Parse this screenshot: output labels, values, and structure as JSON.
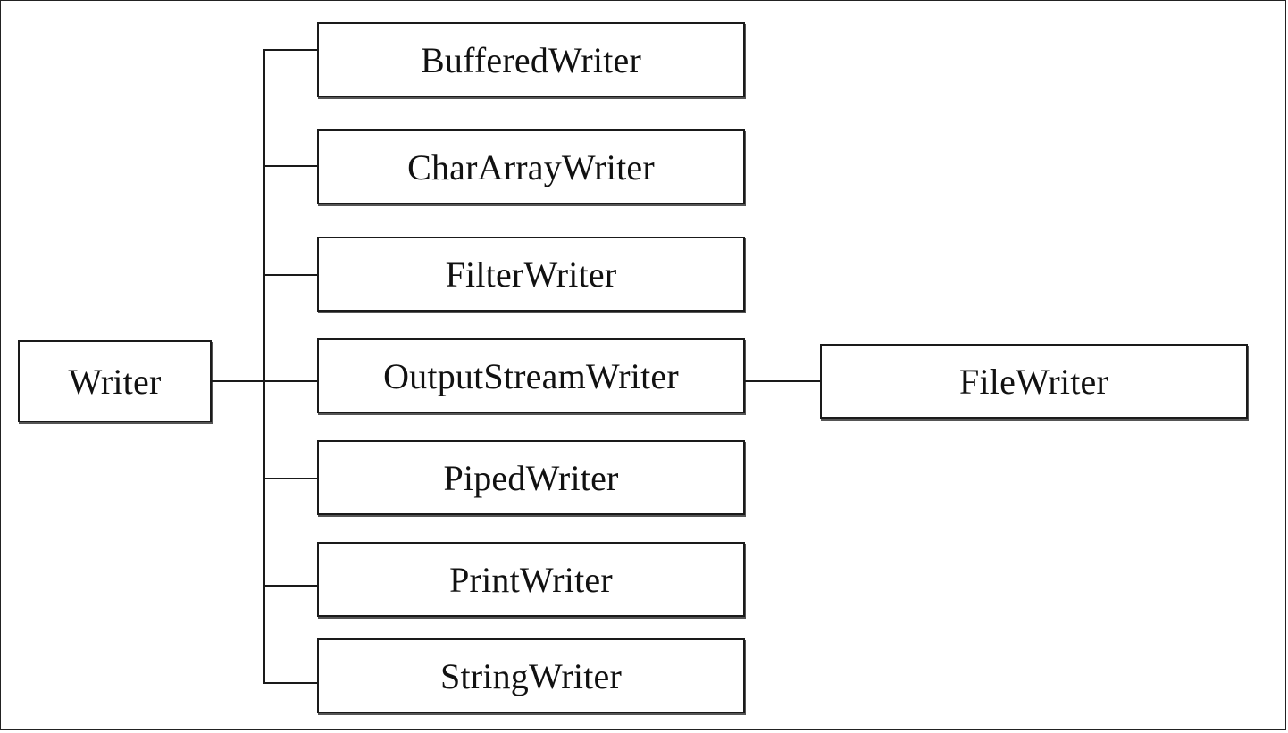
{
  "diagram": {
    "root": {
      "label": "Writer"
    },
    "children": [
      {
        "label": "BufferedWriter"
      },
      {
        "label": "CharArrayWriter"
      },
      {
        "label": "FilterWriter"
      },
      {
        "label": "OutputStreamWriter"
      },
      {
        "label": "PipedWriter"
      },
      {
        "label": "PrintWriter"
      },
      {
        "label": "StringWriter"
      }
    ],
    "grandchild": {
      "label": "FileWriter",
      "parent": "OutputStreamWriter"
    }
  }
}
